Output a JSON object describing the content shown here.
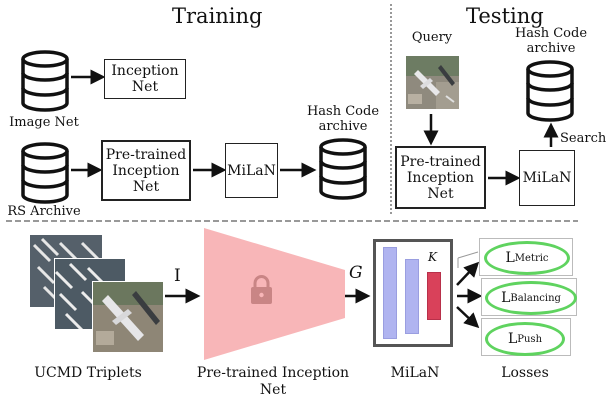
{
  "training": {
    "title": "Training",
    "image_net_label": "Image Net",
    "rs_archive_label": "RS Archive",
    "inception_net_label": "Inception\nNet",
    "pretrained_inception_label": "Pre-trained\nInception\nNet",
    "milan_label": "MiLaN",
    "hash_archive_label": "Hash Code\narchive"
  },
  "testing": {
    "title": "Testing",
    "query_label": "Query",
    "hash_archive_label": "Hash Code\narchive",
    "pretrained_inception_label": "Pre-trained\nInception\nNet",
    "milan_label": "MiLaN",
    "search_label": "Search"
  },
  "bottom": {
    "triplets_label": "UCMD Triplets",
    "i_label": "I",
    "pretrained_inception_label": "Pre-trained Inception\nNet",
    "g_label": "G",
    "k_label": "K",
    "milan_label": "MiLaN",
    "losses_label": "Losses",
    "losses": [
      {
        "main": "L",
        "sub": "Metric"
      },
      {
        "main": "L",
        "sub": "Balancing"
      },
      {
        "main": "L",
        "sub": "Push"
      }
    ]
  },
  "colors": {
    "trapezoid": "#f8b6b8",
    "lock": "#c98585",
    "bar_blue": "#b0b4f0",
    "bar_red": "#d9415a",
    "loss_ring": "#5fd35f"
  }
}
